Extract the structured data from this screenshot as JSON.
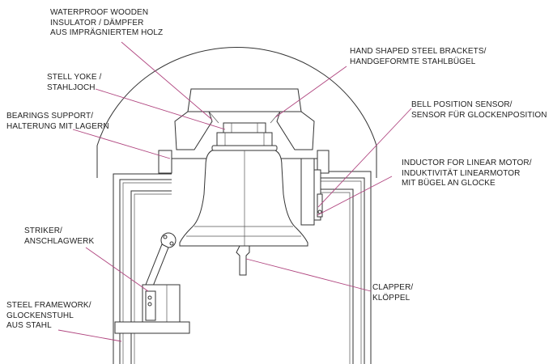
{
  "colors": {
    "line": "#333333",
    "leader": "#b0457f",
    "text": "#222222",
    "background": "#ffffff"
  },
  "labels": {
    "insulator": [
      "WATERPROOF WOODEN",
      "INSULATOR / DÄMPFER",
      "AUS IMPRÄGNIERTEM HOLZ"
    ],
    "brackets": [
      "HAND SHAPED STEEL BRACKETS/",
      "HANDGEFORMTE STAHLBÜGEL"
    ],
    "yoke": [
      "STELL YOKE /",
      "STAHLJOCH"
    ],
    "bearings": [
      "BEARINGS SUPPORT/",
      "HALTERUNG MIT LAGERN"
    ],
    "sensor": [
      "BELL POSITION SENSOR/",
      "SENSOR FÜR GLOCKENPOSITION"
    ],
    "inductor": [
      "INDUCTOR FOR LINEAR MOTOR/",
      "INDUKTIVITÄT LINEARMOTOR",
      "MIT BÜGEL AN GLOCKE"
    ],
    "striker": [
      "STRIKER/",
      "ANSCHLAGWERK"
    ],
    "clapper": [
      "CLAPPER/",
      "KLÖPPEL"
    ],
    "framework": [
      "STEEL FRAMEWORK/",
      "GLOCKENSTUHL",
      "AUS STAHL"
    ]
  }
}
